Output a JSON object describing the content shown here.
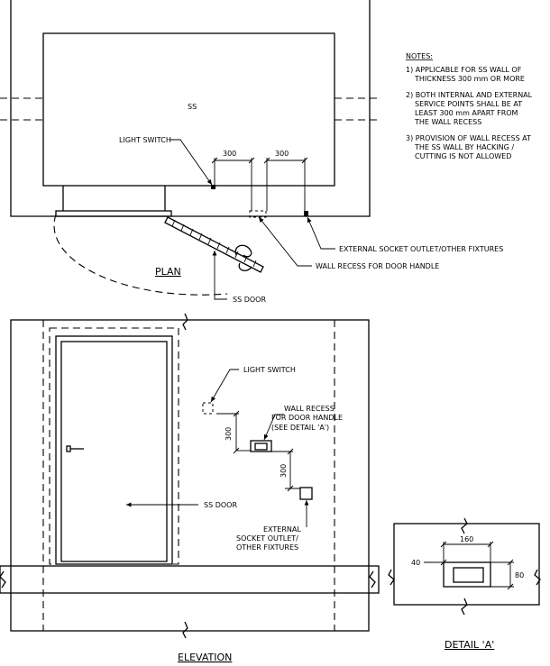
{
  "plan": {
    "title": "PLAN",
    "room_label": "SS",
    "light_switch": "LIGHT SWITCH",
    "dim_1": "300",
    "dim_2": "300",
    "external_socket": "EXTERNAL SOCKET OUTLET/OTHER FIXTURES",
    "wall_recess": "WALL RECESS FOR DOOR HANDLE",
    "ss_door": "SS DOOR"
  },
  "notes": {
    "heading": "NOTES:",
    "items": [
      [
        "1)  APPLICABLE FOR SS WALL OF",
        "THICKNESS 300 mm OR MORE"
      ],
      [
        "2)  BOTH INTERNAL AND EXTERNAL",
        "SERVICE POINTS SHALL BE AT",
        "LEAST 300 mm APART FROM",
        "THE WALL RECESS"
      ],
      [
        "3)  PROVISION OF WALL RECESS AT",
        "THE SS WALL BY HACKING /",
        "CUTTING IS NOT ALLOWED"
      ]
    ]
  },
  "elevation": {
    "title": "ELEVATION",
    "light_switch": "LIGHT SWITCH",
    "wall_recess": [
      "WALL RECESS",
      "FOR DOOR HANDLE",
      "(SEE DETAIL 'A')"
    ],
    "dim_1": "300",
    "dim_2": "300",
    "ss_door": "SS DOOR",
    "external_socket": [
      "EXTERNAL",
      "SOCKET OUTLET/",
      "OTHER FIXTURES"
    ]
  },
  "detail": {
    "title": "DETAIL 'A'",
    "dim_width": "160",
    "dim_left": "40",
    "dim_height": "80"
  }
}
